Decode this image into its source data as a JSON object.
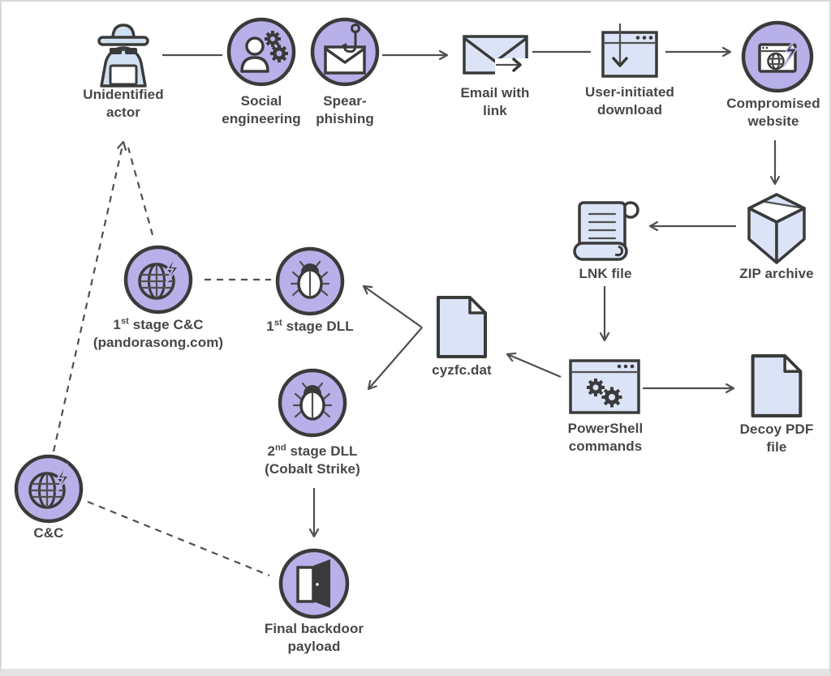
{
  "nodes": {
    "actor": {
      "label": "Unidentified\nactor"
    },
    "social": {
      "label": "Social\nengineering"
    },
    "spear": {
      "label": "Spear-\nphishing"
    },
    "email": {
      "label": "Email with\nlink"
    },
    "download": {
      "label": "User-initiated\ndownload"
    },
    "website": {
      "label": "Compromised\nwebsite"
    },
    "zip": {
      "label": "ZIP archive"
    },
    "lnk": {
      "label": "LNK file"
    },
    "powershell": {
      "label": "PowerShell\ncommands"
    },
    "cyzfc": {
      "label": "cyzfc.dat"
    },
    "decoy": {
      "label": "Decoy PDF\nfile"
    },
    "c2_1": {
      "num": "1",
      "sup": "st",
      "rest": " stage C&C\n(pandorasong.com)"
    },
    "dll1": {
      "num": "1",
      "sup": "st",
      "rest": " stage DLL"
    },
    "dll2": {
      "num": "2",
      "sup": "nd",
      "rest": " stage DLL\n(Cobalt Strike)"
    },
    "cc": {
      "label": "C&C"
    },
    "backdoor": {
      "label": "Final backdoor\npayload"
    }
  },
  "colors": {
    "purple": "#b8b0e8",
    "light_blue": "#dbe4f6",
    "spy_blue": "#cfe0f1",
    "outline": "#3a3a3a",
    "connector": "#4f4f4f",
    "text": "#474747",
    "border": "#d9d9d9",
    "background": "#ffffff"
  }
}
